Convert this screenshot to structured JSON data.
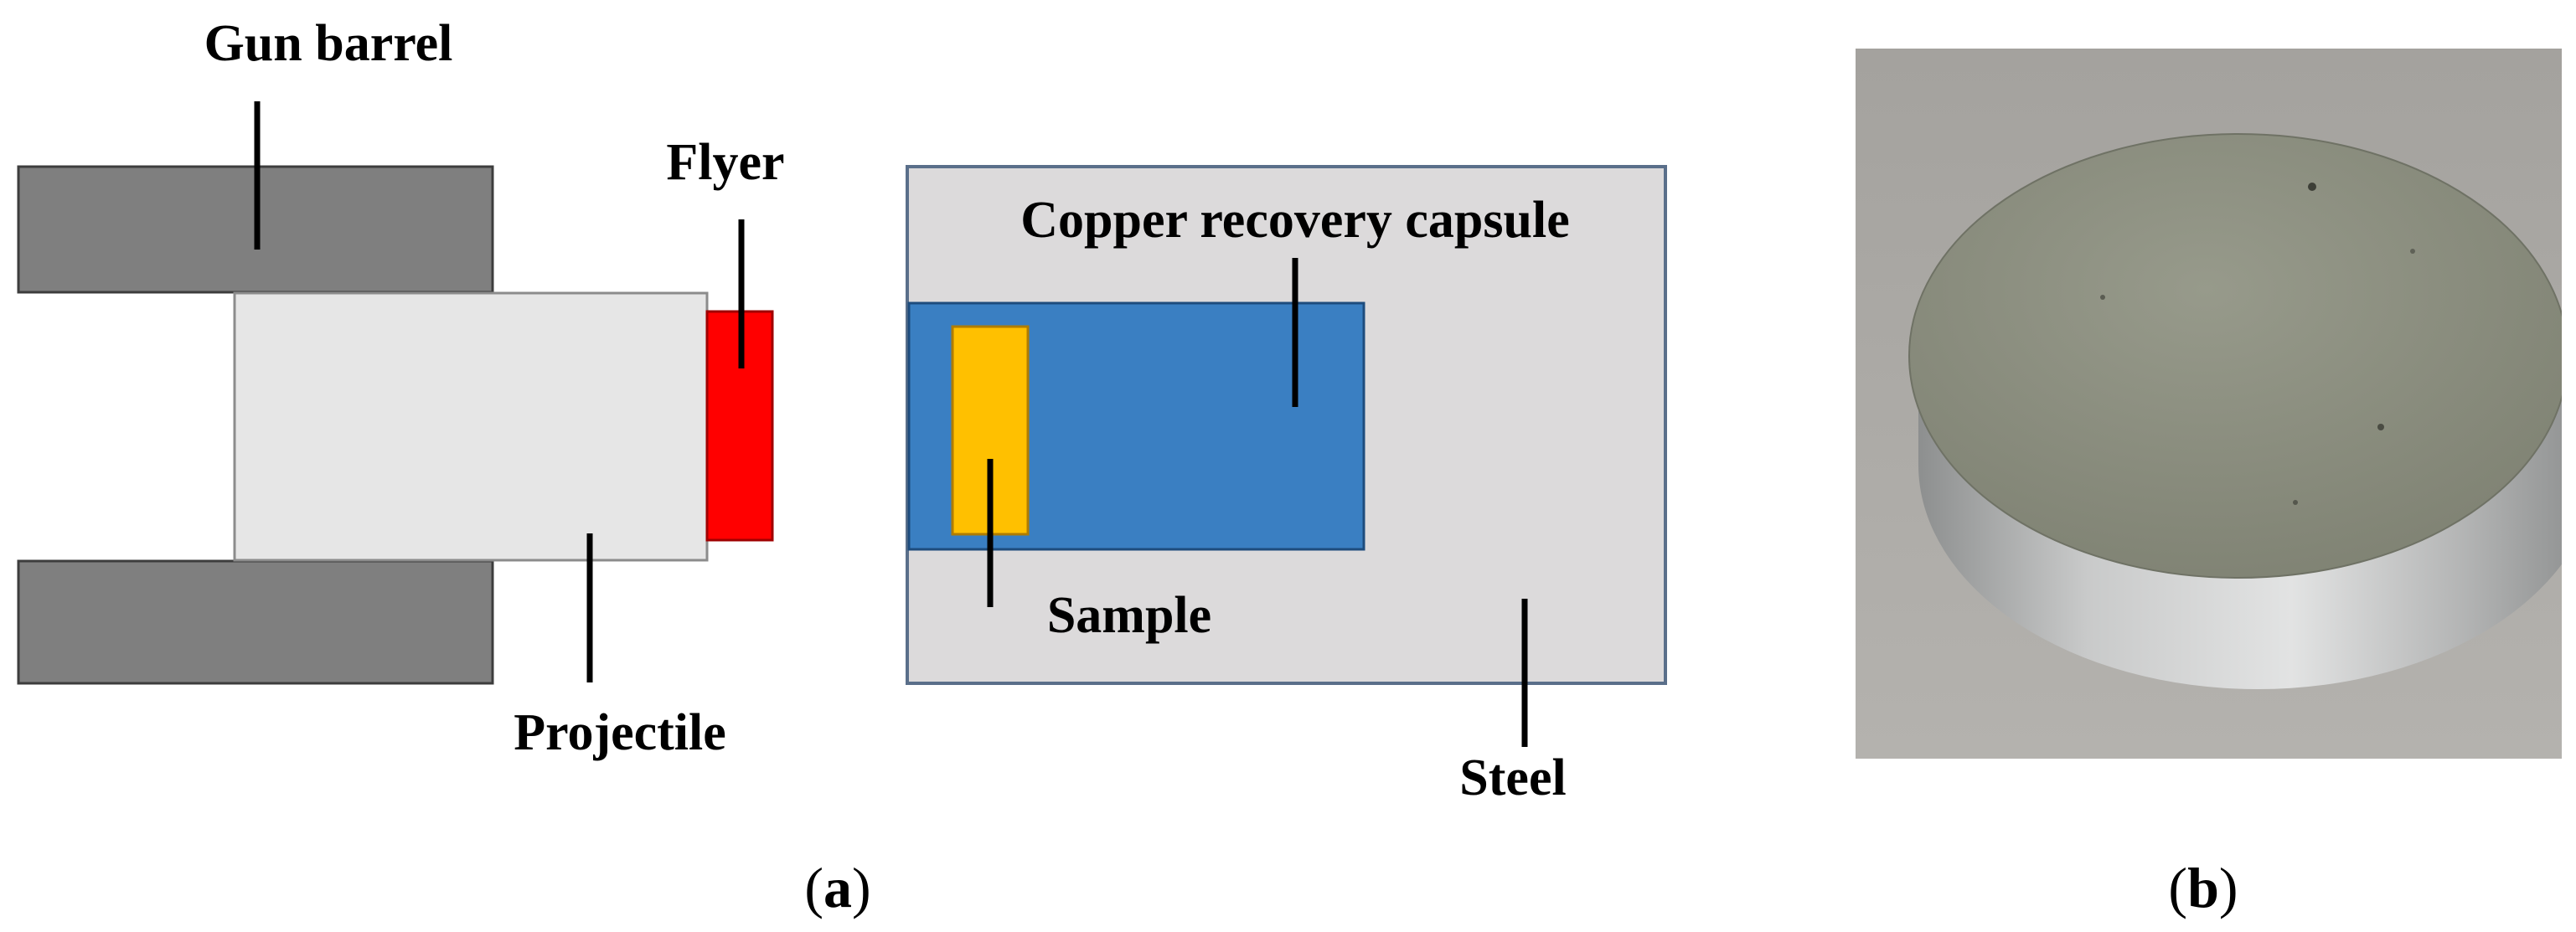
{
  "panel_a": {
    "labels": {
      "gun_barrel": "Gun barrel",
      "flyer": "Flyer",
      "projectile": "Projectile",
      "copper_recovery_capsule": "Copper recovery capsule",
      "sample": "Sample",
      "steel": "Steel"
    },
    "caption": {
      "open": "(",
      "letter": "a",
      "close": ")"
    }
  },
  "panel_b": {
    "caption": {
      "open": "(",
      "letter": "b",
      "close": ")"
    }
  },
  "colors": {
    "gun_barrel": "#7f7f7f",
    "projectile": "#e6e6e6",
    "flyer": "#ff0000",
    "steel": "#dcdadb",
    "copper_capsule": "#3a7fc2",
    "sample": "#ffc000",
    "photo_background": "#a9a7a3",
    "disc_top": "#8e9181",
    "disc_side": "#b7b8b8"
  }
}
